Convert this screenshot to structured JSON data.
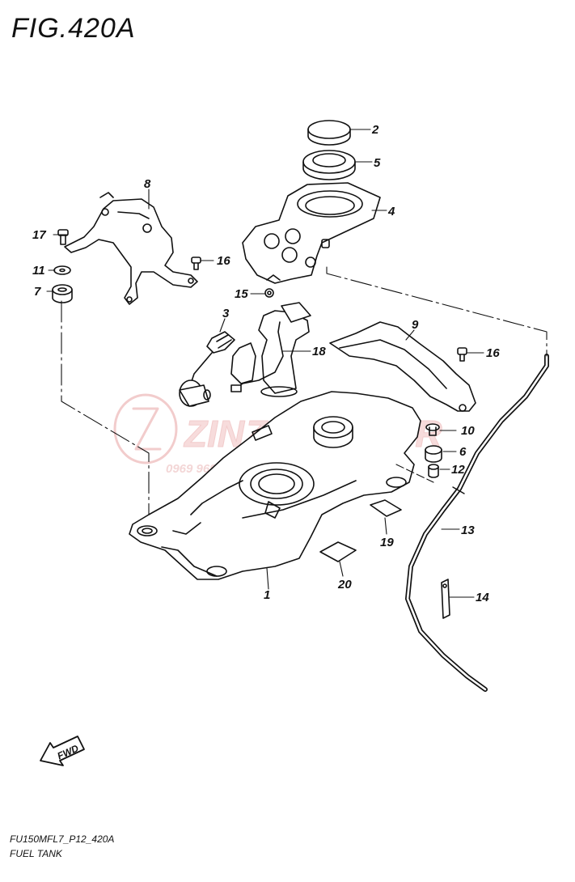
{
  "figure": {
    "title": "FIG.420A",
    "code": "FU150MFL7_P12_420A",
    "name": "FUEL TANK",
    "fwd_label": "FWD"
  },
  "watermark": {
    "brand": "ZINZINMOTOR",
    "phone": "0969 969 989 - 0989 868 989",
    "color": "#e8a3a3"
  },
  "callouts": [
    "1",
    "2",
    "3",
    "4",
    "5",
    "6",
    "7",
    "8",
    "9",
    "10",
    "11",
    "12",
    "13",
    "14",
    "15",
    "16",
    "16",
    "17",
    "18",
    "19",
    "20"
  ]
}
